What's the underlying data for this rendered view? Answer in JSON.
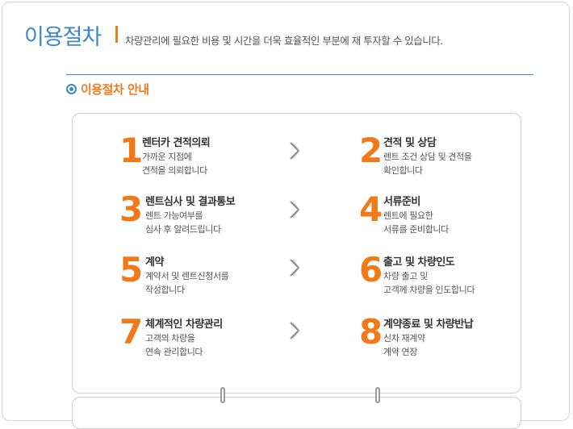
{
  "header": {
    "title": "이용절차",
    "subtitle": "차량관리에 필요한 비용 및 시간을 더욱 효율적인 부분에 재 투자할 수 있습니다."
  },
  "section": {
    "title": "이용절차 안내"
  },
  "steps": [
    {
      "number": "1",
      "title": "렌터카 견적의뢰",
      "desc": [
        "가까운 지점에",
        "견적을 의뢰합니다"
      ]
    },
    {
      "number": "2",
      "title": "견적 및 상담",
      "desc": [
        "렌트 조건 상담 및 견적을",
        "확인합니다"
      ]
    },
    {
      "number": "3",
      "title": "렌트심사 및 결과통보",
      "desc": [
        "렌트 가능여부를",
        "심사 후 알려드립니다"
      ]
    },
    {
      "number": "4",
      "title": "서류준비",
      "desc": [
        "렌트에 필요한",
        "서류를 준비합니다"
      ]
    },
    {
      "number": "5",
      "title": "계약",
      "desc": [
        "계약서 및 렌트신청서를",
        "작성합니다"
      ]
    },
    {
      "number": "6",
      "title": "출고 및 차량인도",
      "desc": [
        "차량 출고 및",
        "고객께 차량을 인도합니다"
      ]
    },
    {
      "number": "7",
      "title": "체계적인 차량관리",
      "desc": [
        "고객의 차량을",
        "연속 관리합니다"
      ]
    },
    {
      "number": "8",
      "title": "계약종료 및 차량반납",
      "desc": [
        "신차 재계약",
        "계약 연장"
      ]
    }
  ],
  "colors": {
    "accent_blue": "#3d86c9",
    "accent_orange": "#f07a1a",
    "arrow_gray": "#8a8a8a"
  },
  "icons": {
    "arrow": "chevron-right-icon",
    "bullet": "circle-bullet-icon",
    "clip": "ring-clip-icon"
  }
}
